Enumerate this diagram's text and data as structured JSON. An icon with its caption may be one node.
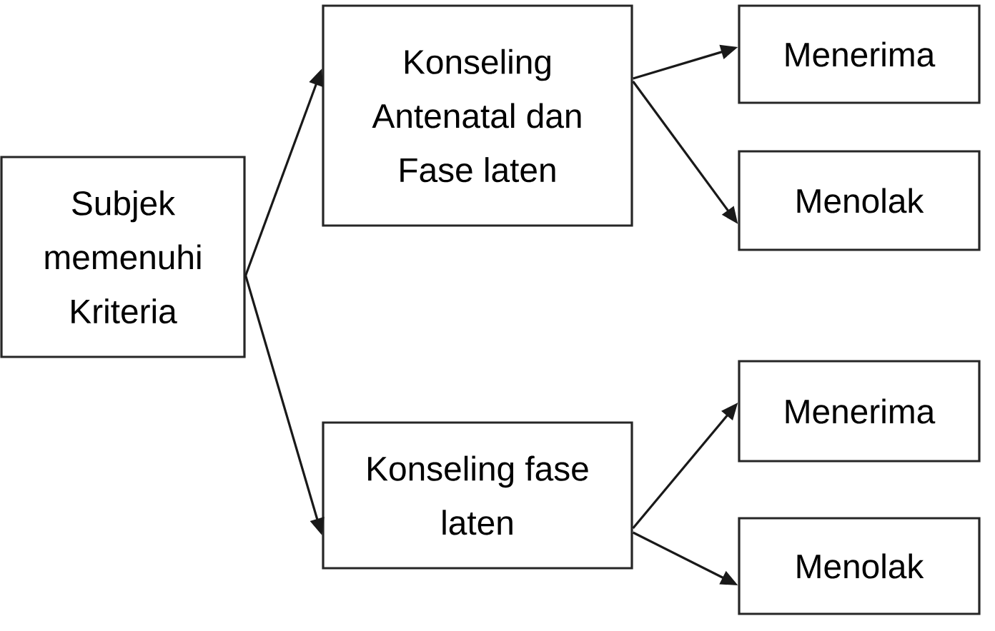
{
  "diagram": {
    "nodes": [
      {
        "text": [
          "Subjek memenuhi Kriteria"
        ]
      },
      {
        "text": [
          "Konseling Antenatal dan Fase laten"
        ]
      },
      {
        "text": [
          "Konseling fase laten"
        ]
      },
      {
        "text": [
          "Menerima"
        ]
      },
      {
        "text": [
          "Menolak"
        ]
      },
      {
        "text": [
          "Menerima"
        ]
      },
      {
        "text": [
          "Menolak"
        ]
      }
    ],
    "edges": [
      {
        "from": 0,
        "to": 1,
        "arrow": "to"
      },
      {
        "from": 0,
        "to": 2,
        "arrow": "to"
      },
      {
        "from": 1,
        "to": 3,
        "arrow": "to"
      },
      {
        "from": 1,
        "to": 4,
        "arrow": "to"
      },
      {
        "from": 2,
        "to": 5,
        "arrow": "to"
      },
      {
        "from": 2,
        "to": 6,
        "arrow": "to"
      }
    ]
  }
}
